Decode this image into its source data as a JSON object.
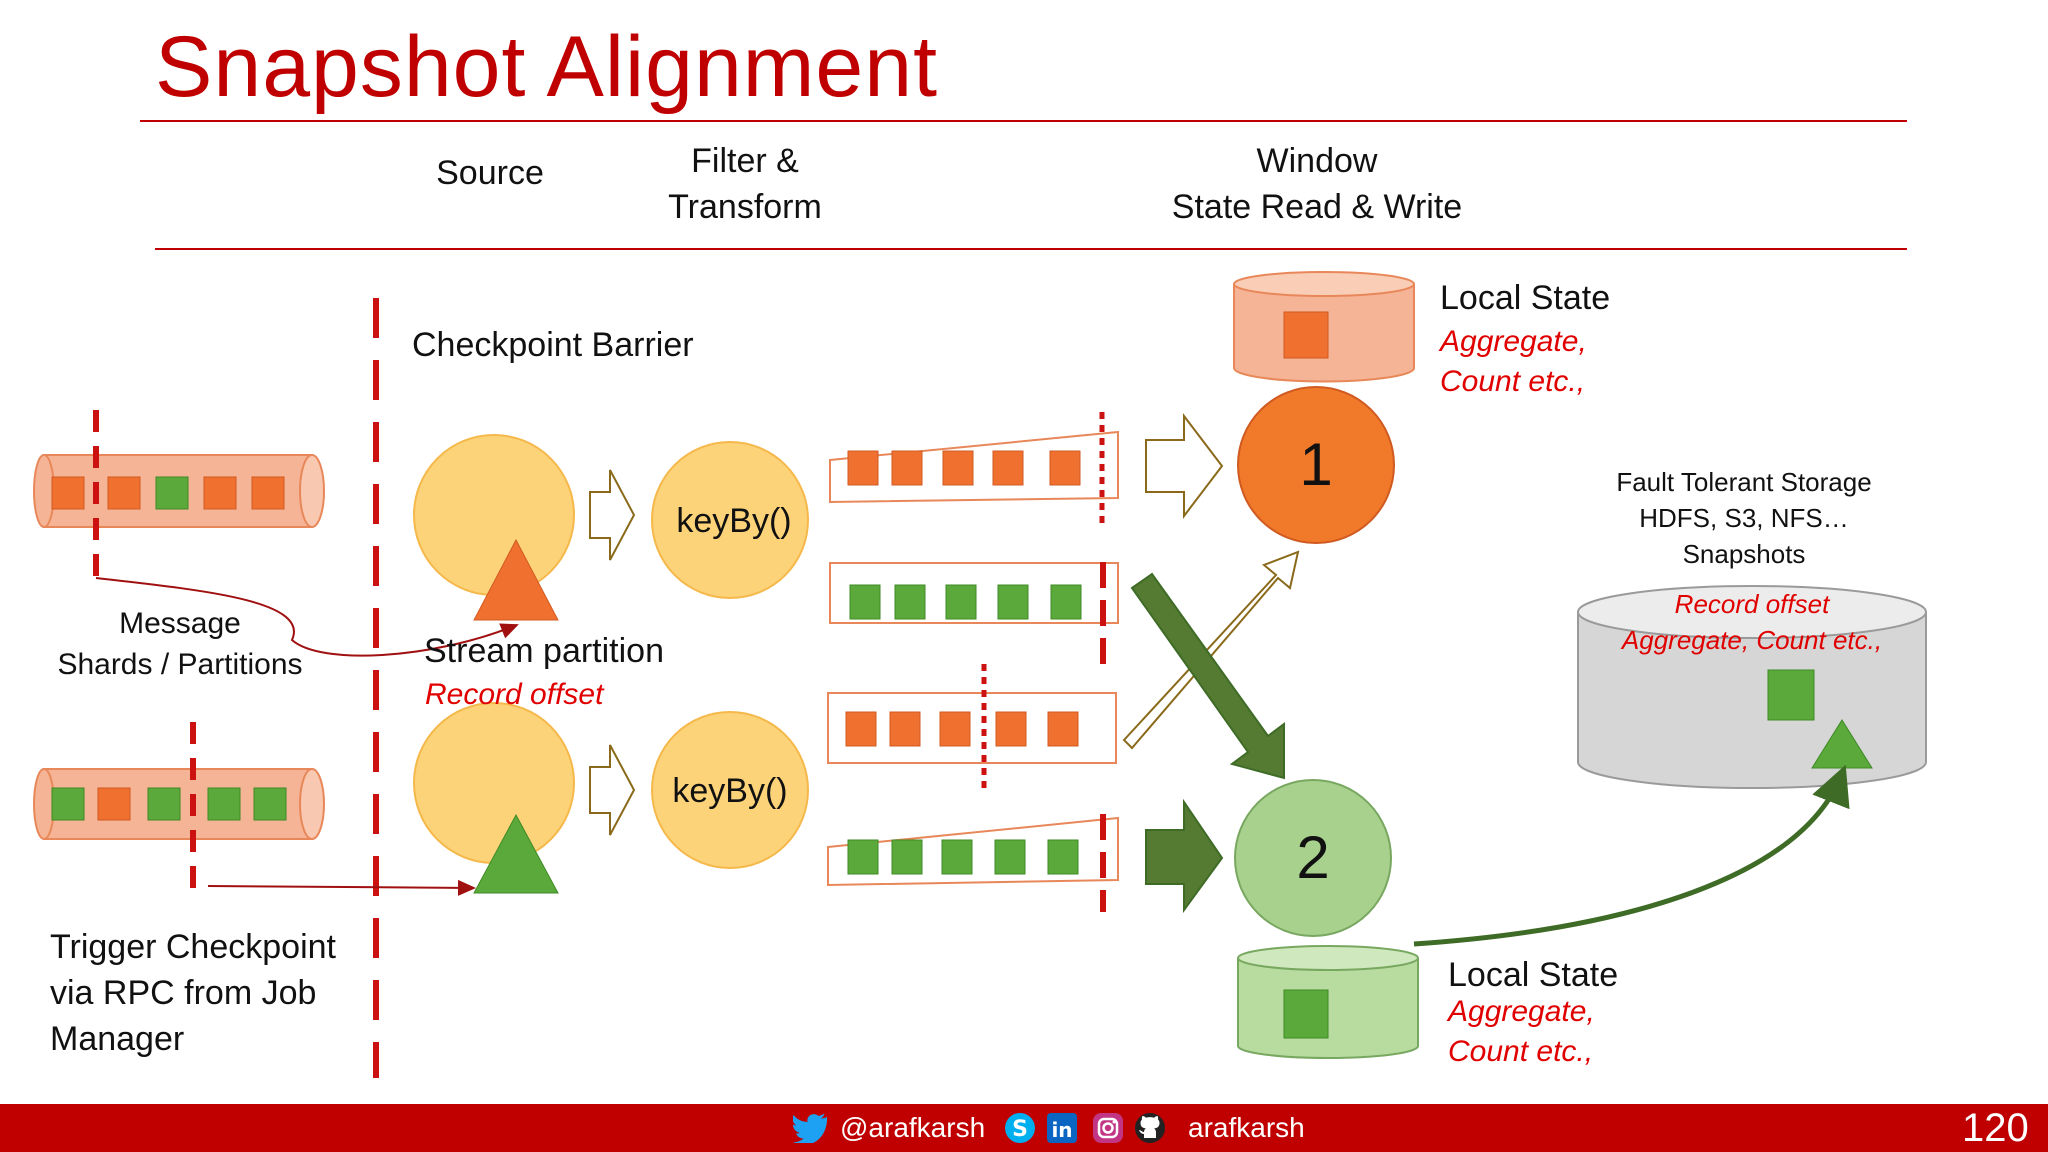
{
  "title": "Snapshot Alignment",
  "headers": {
    "source": "Source",
    "filter_line1": "Filter &",
    "filter_line2": "Transform",
    "window_line1": "Window",
    "window_line2": "State Read & Write"
  },
  "labels": {
    "checkpoint_barrier": "Checkpoint Barrier",
    "message_line1": "Message",
    "message_line2": "Shards / Partitions",
    "stream_partition": "Stream partition",
    "record_offset": "Record offset",
    "trigger_line1": "Trigger Checkpoint",
    "trigger_line2": "via RPC from Job",
    "trigger_line3": "Manager",
    "keyby_top": "keyBy()",
    "keyby_bottom": "keyBy()",
    "node_1": "1",
    "node_2": "2"
  },
  "local_state_top": {
    "title": "Local State",
    "line1": "Aggregate,",
    "line2": "Count etc.,"
  },
  "local_state_bottom": {
    "title": "Local State",
    "line1": "Aggregate,",
    "line2": "Count etc.,"
  },
  "storage": {
    "line1": "Fault Tolerant Storage",
    "line2": "HDFS, S3, NFS…",
    "line3": "Snapshots",
    "red_line1": "Record offset",
    "red_line2": "Aggregate, Count etc.,"
  },
  "footer": {
    "twitter": "@arafkarsh",
    "handle": "arafkarsh",
    "page": "120"
  },
  "colors": {
    "brand_red": "#c00000",
    "orange": "#f07030",
    "green": "#5aa93a",
    "light_orange": "#f8b89a",
    "yellow": "#fdd37a"
  }
}
